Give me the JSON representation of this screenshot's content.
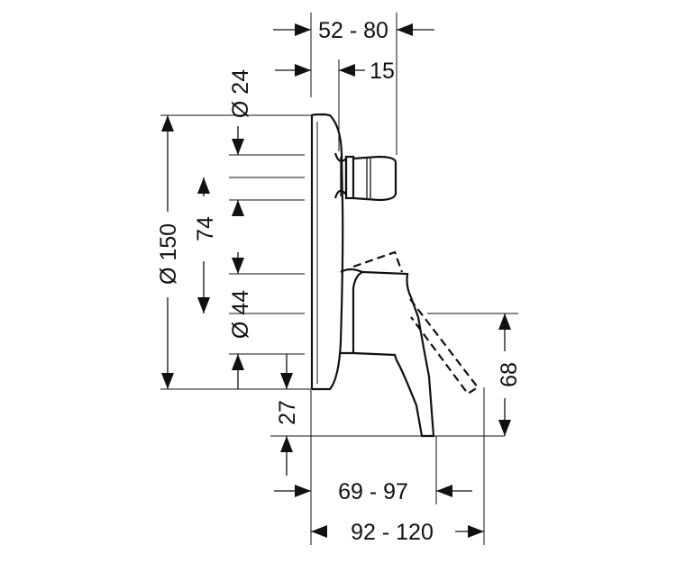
{
  "dimensions": {
    "top_width": "52 - 80",
    "offset": "15",
    "diameter_24": "Ø 24",
    "diameter_150": "Ø 150",
    "spacing_74": "74",
    "diameter_44": "Ø 44",
    "depth_27": "27",
    "height_68": "68",
    "lever_reach": "69 - 97",
    "total_depth": "92 - 120"
  }
}
